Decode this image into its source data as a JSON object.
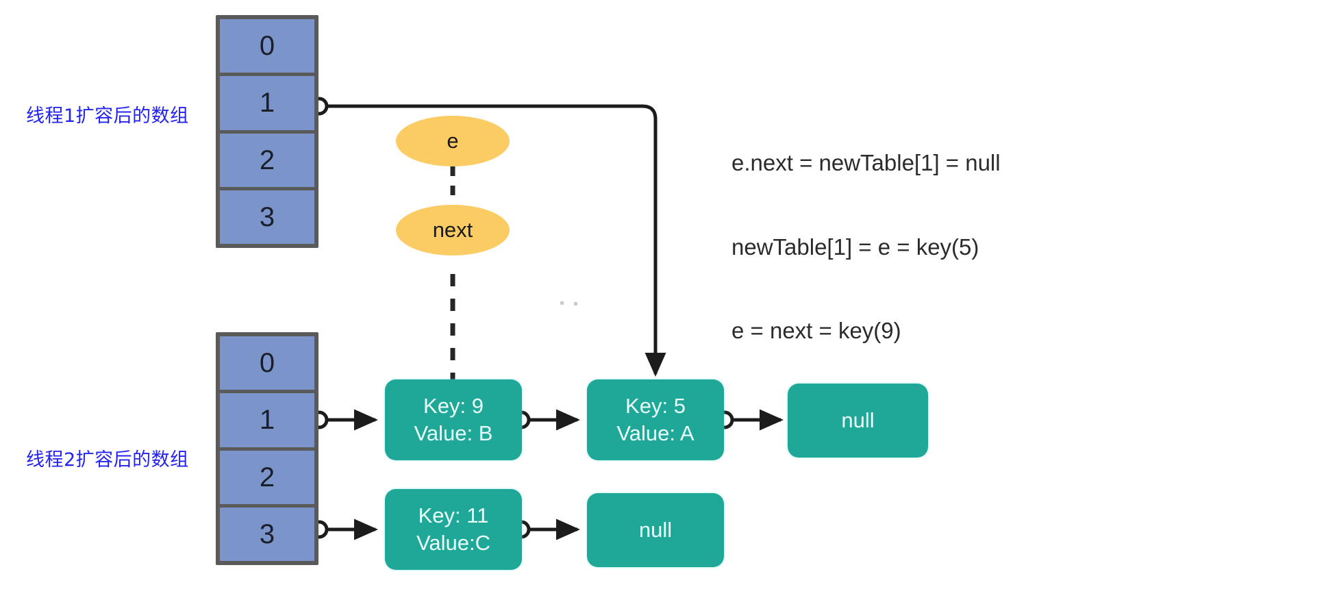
{
  "diagram": {
    "title": "HashMap concurrent resize linked-list diagram",
    "background": "#ffffff",
    "colors": {
      "array_cell_fill": "#7b95cb",
      "array_border": "#5a5a5a",
      "node_fill": "#1fa898",
      "node_text": "#eafdfb",
      "ellipse_fill": "#fbcb64",
      "label_blue": "#2323ee",
      "wire": "#222222",
      "code_text": "#2b2b2b"
    }
  },
  "labels": {
    "thread1_array": "线程1扩容后的数组",
    "thread2_array": "线程2扩容后的数组"
  },
  "arrays": {
    "thread1": {
      "name": "线程1扩容后的数组",
      "cells": [
        "0",
        "1",
        "2",
        "3"
      ],
      "linked_cells": [
        "1"
      ]
    },
    "thread2": {
      "name": "线程2扩容后的数组",
      "cells": [
        "0",
        "1",
        "2",
        "3"
      ],
      "linked_cells": [
        "1",
        "3"
      ]
    }
  },
  "pointers": [
    {
      "id": "e",
      "label": "e"
    },
    {
      "id": "next",
      "label": "next"
    }
  ],
  "nodes": {
    "key9": {
      "key_line": "Key: 9",
      "value_line": "Value: B"
    },
    "key5": {
      "key_line": "Key: 5",
      "value_line": "Value: A"
    },
    "key11": {
      "key_line": "Key: 11",
      "value_line": "Value:C"
    },
    "null_top": {
      "label": "null"
    },
    "null_bottom": {
      "label": "null"
    }
  },
  "code_note": {
    "line1": "e.next = newTable[1] = null",
    "line2": "newTable[1] = e = key(5)",
    "line3": "e = next = key(9)"
  }
}
